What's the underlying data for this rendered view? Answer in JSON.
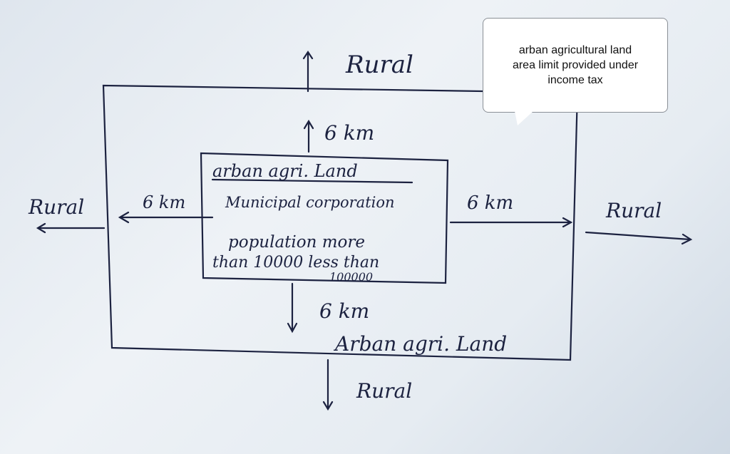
{
  "diagram": {
    "top_label": "Rural",
    "left_label": "Rural",
    "right_label": "Rural",
    "bottom_label": "Rural",
    "distance_top": "6 km",
    "distance_left": "6 km",
    "distance_right": "6 km",
    "distance_bottom": "6 km",
    "inner_title": "arban agri. Land",
    "inner_line1": "Municipal corporation",
    "inner_line2": "population more",
    "inner_line3": "than 10000 less than",
    "inner_line4": "100000",
    "outer_label": "Arban agri. Land"
  },
  "callout": {
    "text": "arban agricultural land area limit provided under income tax"
  }
}
